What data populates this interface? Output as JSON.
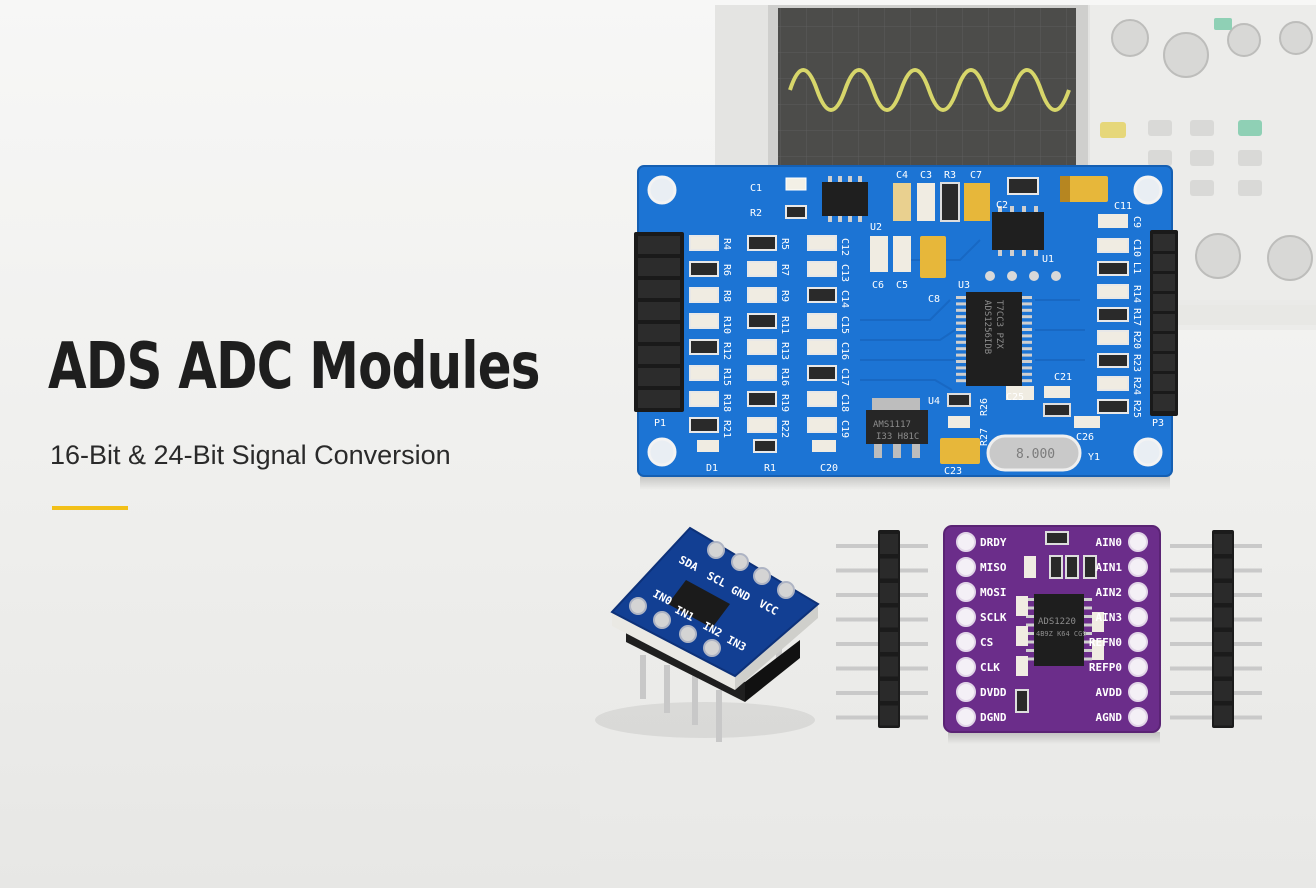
{
  "hero": {
    "title": "ADS ADC Modules",
    "subtitle": "16-Bit & 24-Bit Signal Conversion"
  },
  "colors": {
    "accent": "#f2c019",
    "title": "#1e1e1e",
    "pcb_blue": "#1c74d4",
    "pcb_purple": "#6b2d8a",
    "pcb_dark_blue": "#123f93",
    "scope_trace": "#d7d66a"
  },
  "blue_board": {
    "top_labels": [
      "C1",
      "R2",
      "C4",
      "C3",
      "R3",
      "C7",
      "C2",
      "C11",
      "U2",
      "C6",
      "C5",
      "C8",
      "U1",
      "U3",
      "C21",
      "C25",
      "U4",
      "C26",
      "Y1",
      "D1",
      "R1",
      "C20",
      "C23",
      "P1",
      "P3"
    ],
    "left_columns": [
      [
        "R4",
        "R6",
        "R8",
        "R10",
        "R12",
        "R15",
        "R18",
        "R21"
      ],
      [
        "R5",
        "R7",
        "R9",
        "R11",
        "R13",
        "R16",
        "R19",
        "R22"
      ],
      [
        "C12",
        "C13",
        "C14",
        "C15",
        "C16",
        "C17",
        "C18",
        "C19"
      ]
    ],
    "right_column": [
      "C9",
      "C10",
      "L1",
      "R14",
      "R17",
      "R20",
      "R23",
      "R24",
      "R25"
    ],
    "mid_labels": [
      "R26",
      "R27"
    ],
    "regulator_text": "AMS1117",
    "regulator_sub": "I33 H81C",
    "adc_chip_text": "ADS1256IDB",
    "adc_chip_sub": "T7CC3 PZX",
    "crystal_text": "8.000"
  },
  "small_board": {
    "pins_top": [
      "SDA",
      "SCL",
      "GND",
      "VCC"
    ],
    "pins_bottom": [
      "IN0",
      "IN1",
      "IN2",
      "IN3"
    ]
  },
  "purple_board": {
    "left_pins": [
      "DRDY",
      "MISO",
      "MOSI",
      "SCLK",
      "CS",
      "CLK",
      "DVDD",
      "DGND"
    ],
    "right_pins": [
      "AIN0",
      "AIN1",
      "AIN2",
      "AIN3",
      "REFN0",
      "REFP0",
      "AVDD",
      "AGND"
    ],
    "chip_text": "ADS1220",
    "chip_sub": "4B9Z K64 CG9"
  }
}
